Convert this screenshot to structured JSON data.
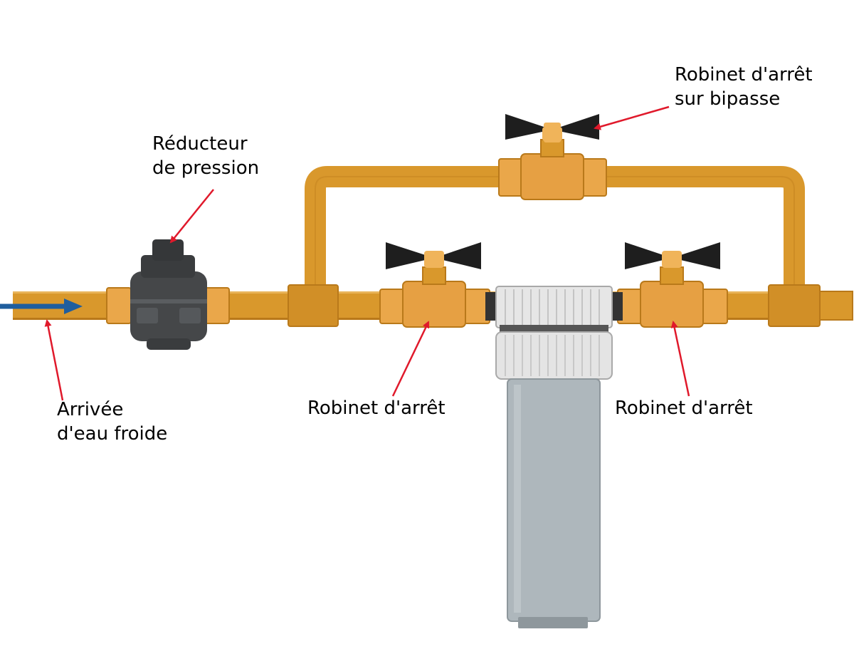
{
  "labels": {
    "pressure_reducer": [
      "Réducteur",
      "de pression"
    ],
    "bypass_valve": [
      "Robinet d'arrêt",
      "sur bipasse"
    ],
    "inlet": [
      "Arrivée",
      "d'eau froide"
    ],
    "valve_left": "Robinet d'arrêt",
    "valve_right": "Robinet d'arrêt"
  },
  "colors": {
    "pipe": "#d9982c",
    "pipe_dark": "#b9791a",
    "fitting": "#eaa74a",
    "handle": "#1e1e1e",
    "reducer": "#454749",
    "filter_bowl": "#aeb7bc",
    "filter_cap": "#e6e6e6",
    "flow_arrow": "#1f5e9e",
    "leader_line": "#e0192b"
  }
}
